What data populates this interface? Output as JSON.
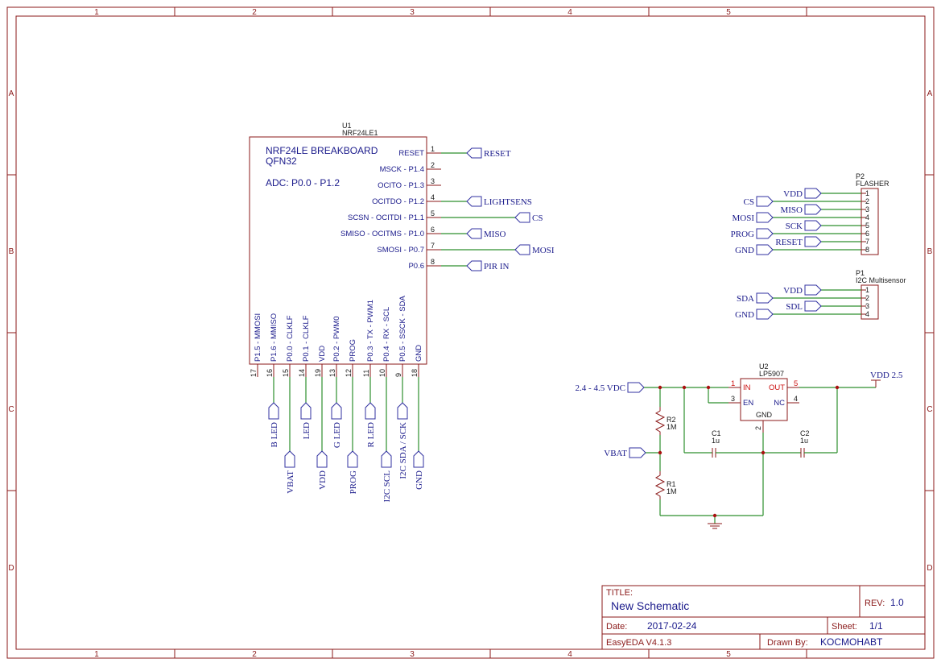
{
  "frame": {
    "cols": [
      "1",
      "2",
      "3",
      "4",
      "5"
    ],
    "rows": [
      "A",
      "B",
      "C",
      "D"
    ]
  },
  "u1": {
    "ref": "U1",
    "value": "NRF24LE1",
    "title1": "NRF24LE BREAKBOARD",
    "title2": "QFN32",
    "title3": "ADC: P0.0 - P1.2",
    "right_pins": [
      {
        "num": "1",
        "name": "RESET",
        "net": "RESET"
      },
      {
        "num": "2",
        "name": "MSCK - P1.4",
        "net": ""
      },
      {
        "num": "3",
        "name": "OCITO - P1.3",
        "net": ""
      },
      {
        "num": "4",
        "name": "OCITDO - P1.2",
        "net": "LIGHTSENS"
      },
      {
        "num": "5",
        "name": "SCSN - OCITDI - P1.1",
        "net": "CS"
      },
      {
        "num": "6",
        "name": "SMISO - OCITMS - P1.0",
        "net": "MISO"
      },
      {
        "num": "7",
        "name": "SMOSI - P0.7",
        "net": "MOSI"
      },
      {
        "num": "8",
        "name": "P0.6",
        "net": "PIR IN"
      }
    ],
    "bottom_pins": [
      {
        "num": "17",
        "name": "P1.5 - MMOSI",
        "net": ""
      },
      {
        "num": "16",
        "name": "P1.6 - MMISO",
        "net": "B LED"
      },
      {
        "num": "15",
        "name": "P0.0 - CLKLF",
        "net": "VBAT"
      },
      {
        "num": "14",
        "name": "P0.1 - CLKLF",
        "net": "LED"
      },
      {
        "num": "19",
        "name": "VDD",
        "net": "VDD"
      },
      {
        "num": "13",
        "name": "P0.2 - PWM0",
        "net": "G LED"
      },
      {
        "num": "12",
        "name": "PROG",
        "net": "PROG"
      },
      {
        "num": "11",
        "name": "P0.3 - TX - PWM1",
        "net": "R LED"
      },
      {
        "num": "10",
        "name": "P0.4 - RX - SCL",
        "net": "I2C SCL"
      },
      {
        "num": "9",
        "name": "P0.5 - SSCK - SDA",
        "net": "I2C SDA / SCK"
      },
      {
        "num": "18",
        "name": "GND",
        "net": "GND"
      }
    ]
  },
  "p2": {
    "ref": "P2",
    "value": "FLASHER",
    "pins": [
      {
        "num": "1",
        "net": "VDD"
      },
      {
        "num": "2",
        "net": "CS"
      },
      {
        "num": "3",
        "net": "MISO"
      },
      {
        "num": "4",
        "net": "MOSI"
      },
      {
        "num": "5",
        "net": "SCK"
      },
      {
        "num": "6",
        "net": "PROG"
      },
      {
        "num": "7",
        "net": "RESET"
      },
      {
        "num": "8",
        "net": "GND"
      }
    ]
  },
  "p1": {
    "ref": "P1",
    "value": "I2C Multisensor",
    "pins": [
      {
        "num": "1",
        "net": "VDD"
      },
      {
        "num": "2",
        "net": "SDA"
      },
      {
        "num": "3",
        "net": "SDL"
      },
      {
        "num": "4",
        "net": "GND"
      }
    ]
  },
  "u2": {
    "ref": "U2",
    "value": "LP5907",
    "pin_in": "IN",
    "pin_en": "EN",
    "pin_out": "OUT",
    "pin_nc": "NC",
    "pin_gnd": "GND",
    "num_in": "1",
    "num_en": "3",
    "num_out": "5",
    "num_nc": "4",
    "num_gnd": "2"
  },
  "power": {
    "input_net": "2.4 - 4.5 VDC",
    "vbat_net": "VBAT",
    "vdd_net": "VDD 2.5"
  },
  "passives": {
    "r1_ref": "R1",
    "r1_val": "1M",
    "r2_ref": "R2",
    "r2_val": "1M",
    "c1_ref": "C1",
    "c1_val": "1u",
    "c2_ref": "C2",
    "c2_val": "1u"
  },
  "titleblock": {
    "title_label": "TITLE:",
    "title": "New Schematic",
    "rev_label": "REV:",
    "rev": "1.0",
    "date_label": "Date:",
    "date": "2017-02-24",
    "sheet_label": "Sheet:",
    "sheet": "1/1",
    "tool": "EasyEDA V4.1.3",
    "drawn_label": "Drawn By:",
    "drawn_by": "KOCMOHABT"
  }
}
